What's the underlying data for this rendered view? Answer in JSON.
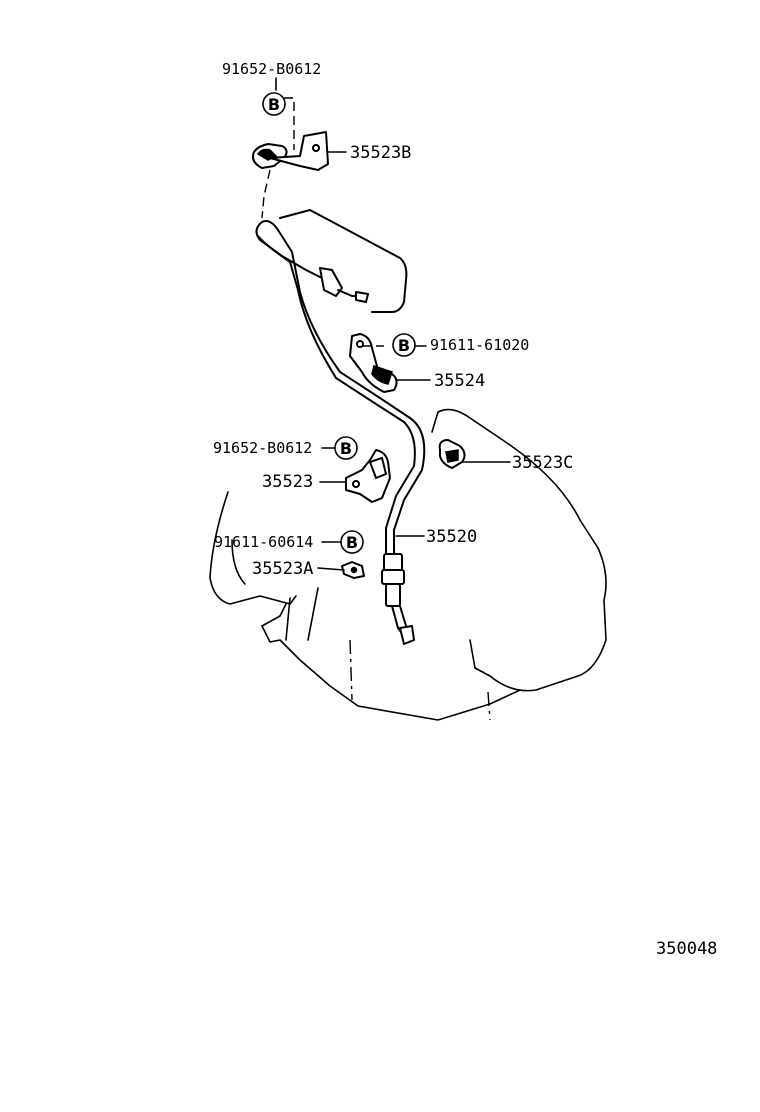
{
  "diagram": {
    "code": "350048",
    "callouts": [
      {
        "id": "c1",
        "text": "91652-B0612"
      },
      {
        "id": "c2",
        "text": "35523B"
      },
      {
        "id": "c3",
        "text": "91611-61020"
      },
      {
        "id": "c4",
        "text": "35524"
      },
      {
        "id": "c5",
        "text": "91652-B0612"
      },
      {
        "id": "c6",
        "text": "35523C"
      },
      {
        "id": "c7",
        "text": "35523"
      },
      {
        "id": "c8",
        "text": "35520"
      },
      {
        "id": "c9",
        "text": "91611-60614"
      },
      {
        "id": "c10",
        "text": "35523A"
      }
    ],
    "badge": "B"
  }
}
